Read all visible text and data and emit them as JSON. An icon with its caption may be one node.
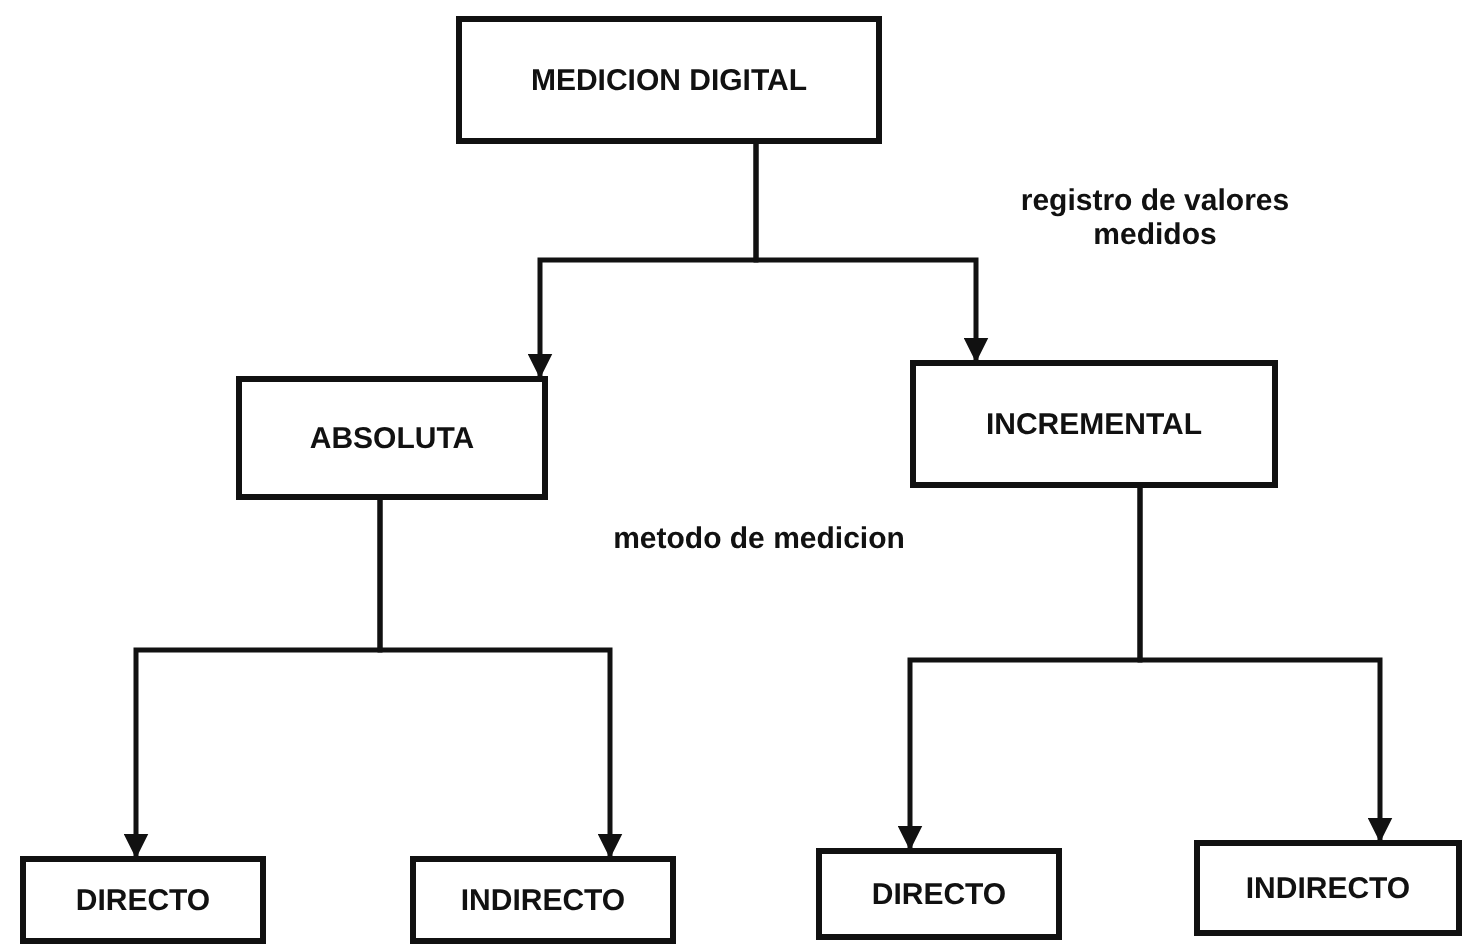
{
  "diagram": {
    "nodes": [
      {
        "text": [
          "MEDICION DIGITAL"
        ]
      },
      {
        "text": [
          "ABSOLUTA"
        ]
      },
      {
        "text": [
          "INCREMENTAL"
        ]
      },
      {
        "text": [
          "DIRECTO"
        ]
      },
      {
        "text": [
          "INDIRECTO"
        ]
      },
      {
        "text": [
          "DIRECTO"
        ]
      },
      {
        "text": [
          "INDIRECTO"
        ]
      }
    ],
    "edges": [
      {
        "from": 0,
        "to": 1,
        "arrow": "to"
      },
      {
        "from": 0,
        "to": 2,
        "arrow": "to"
      },
      {
        "from": 1,
        "to": 3,
        "arrow": "to"
      },
      {
        "from": 1,
        "to": 4,
        "arrow": "to"
      },
      {
        "from": 2,
        "to": 5,
        "arrow": "to"
      },
      {
        "from": 2,
        "to": 6,
        "arrow": "to"
      }
    ],
    "labels": [
      "registro de valores medidos",
      "metodo de medicion"
    ]
  }
}
